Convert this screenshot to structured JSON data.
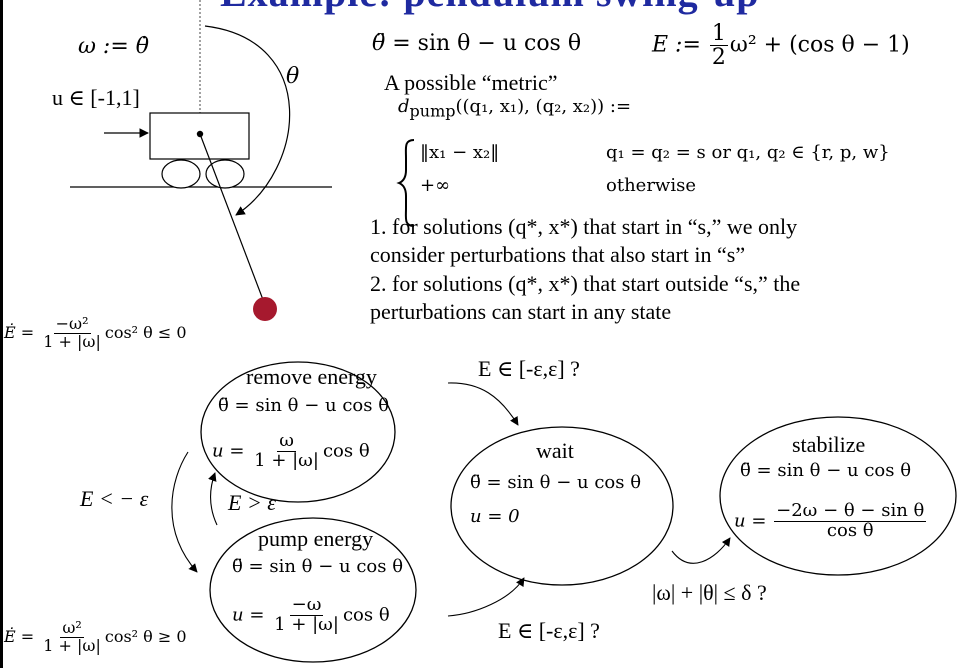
{
  "slide": {
    "title_fragment": "Example: pendulum swing-up"
  },
  "pendulum": {
    "omega_def": "ω := θ̇",
    "theta_label": "θ",
    "input_range": "u ∈ [-1,1]"
  },
  "dynamics": {
    "eq_lhs": "θ̈",
    "eq_rhs": "= sin θ − u cos θ",
    "energy_lhs": "E :=",
    "energy_num": "1",
    "energy_den": "2",
    "energy_rest": "ω² + (cos θ − 1)"
  },
  "metric": {
    "heading": "A possible “metric”",
    "def_lhs": "d",
    "def_sub": "pump",
    "def_args": "((q₁, x₁), (q₂, x₂)) :=",
    "case1_expr": "‖x₁ − x₂‖",
    "case1_cond": "q₁ = q₂ = s or q₁, q₂ ∈ {r, p, w}",
    "case2_expr": "+∞",
    "case2_cond": "otherwise",
    "note1_line1": "1. for solutions (q*, x*) that start in “s,” we only",
    "note1_line2": "consider perturbations that also start in “s”",
    "note2_line1": "2. for solutions (q*, x*) that start outside “s,” the",
    "note2_line2": "perturbations can start in any state"
  },
  "edot": {
    "top_lhs": "Ė =",
    "top_num": "−ω²",
    "top_den": "1 + |ω|",
    "top_rhs": "cos² θ ≤ 0",
    "bottom_lhs": "Ė =",
    "bottom_num": "ω²",
    "bottom_den": "1 + |ω|",
    "bottom_rhs": "cos² θ ≥ 0"
  },
  "modes": {
    "remove": {
      "title": "remove energy",
      "dyn": "θ̈ = sin θ − u cos θ",
      "u_lhs": "u =",
      "u_num": "ω",
      "u_den": "1 + |ω|",
      "u_rhs": "cos θ"
    },
    "pump": {
      "title": "pump energy",
      "dyn": "θ̈ = sin θ − u cos θ",
      "u_lhs": "u =",
      "u_num": "−ω",
      "u_den": "1 + |ω|",
      "u_rhs": "cos θ"
    },
    "wait": {
      "title": "wait",
      "dyn": "θ̈ = sin θ − u cos θ",
      "u_line": "u = 0"
    },
    "stabilize": {
      "title": "stabilize",
      "dyn": "θ̈ = sin θ − u cos θ",
      "u_lhs": "u =",
      "u_num": "−2ω − θ − sin θ",
      "u_den": "cos θ"
    }
  },
  "transitions": {
    "remove_to_wait": "E ∈ [-ε,ε] ?",
    "pump_to_wait": "E ∈ [-ε,ε] ?",
    "remove_to_pump": "E < − ε",
    "pump_to_remove": "E > ε",
    "wait_to_stabilize": "|ω| + |θ| ≤ δ ?"
  },
  "colors": {
    "bob": "#a6192e",
    "title": "#1f2aa0"
  }
}
